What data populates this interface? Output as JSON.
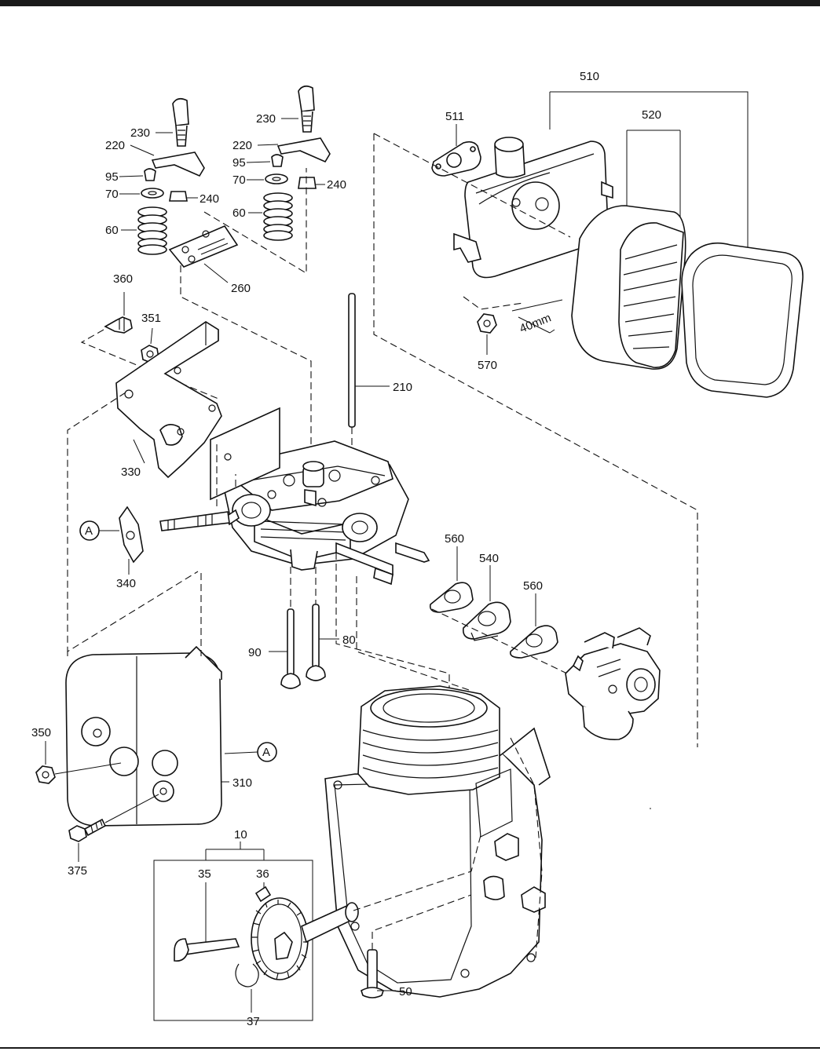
{
  "labels": {
    "l510": "510",
    "l511": "511",
    "l520": "520",
    "l570": "570",
    "l40mm": "40mm",
    "l230a": "230",
    "l230b": "230",
    "l220a": "220",
    "l220b": "220",
    "l95a": "95",
    "l95b": "95",
    "l70a": "70",
    "l70b": "70",
    "l240a": "240",
    "l240b": "240",
    "l60a": "60",
    "l60b": "60",
    "l260": "260",
    "l360": "360",
    "l351": "351",
    "l330": "330",
    "l210": "210",
    "lA1": "A",
    "lA2": "A",
    "l340": "340",
    "l560a": "560",
    "l540": "540",
    "l560b": "560",
    "l90": "90",
    "l80": "80",
    "l350": "350",
    "l310": "310",
    "l375": "375",
    "l10": "10",
    "l35": "35",
    "l36": "36",
    "l37": "37",
    "l50": "50"
  }
}
